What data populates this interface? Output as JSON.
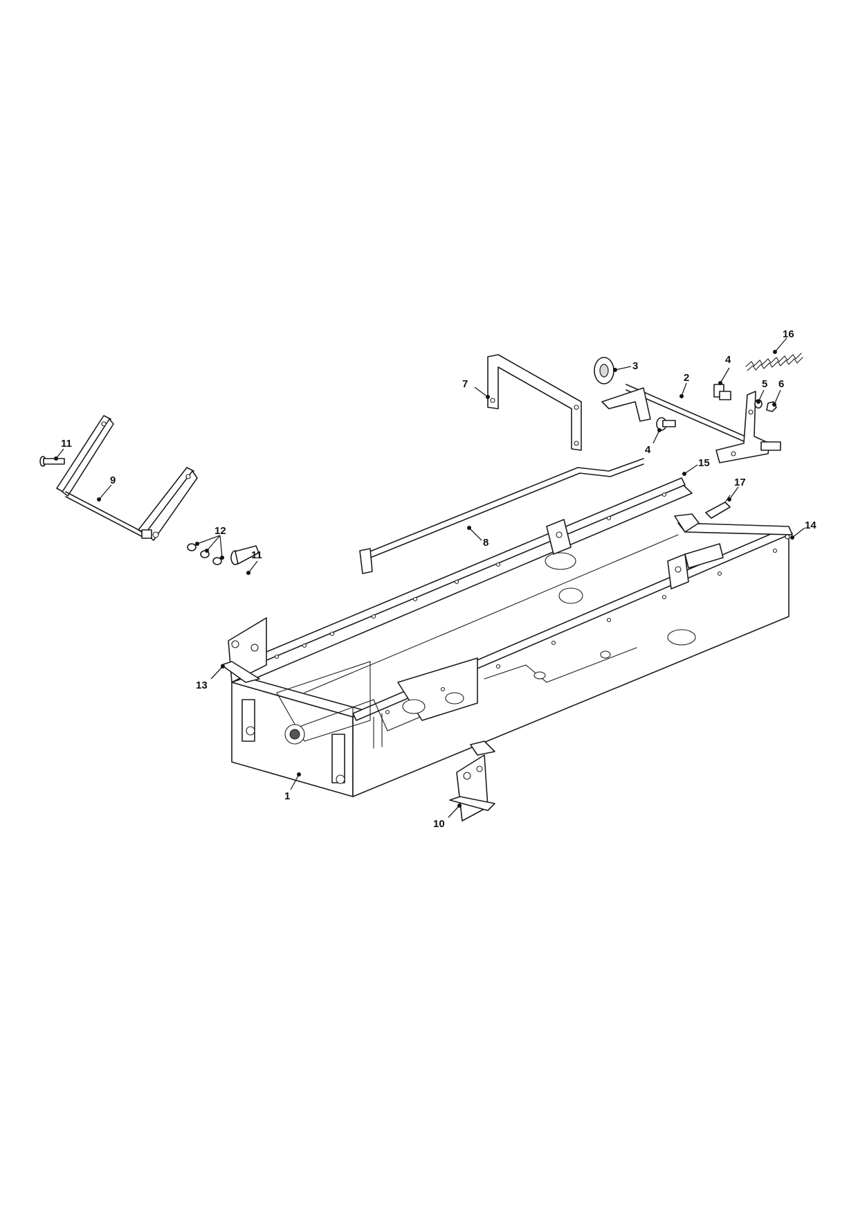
{
  "callouts": [
    {
      "id": "1",
      "label": "1"
    },
    {
      "id": "2",
      "label": "2"
    },
    {
      "id": "3",
      "label": "3"
    },
    {
      "id": "4a",
      "label": "4"
    },
    {
      "id": "4b",
      "label": "4"
    },
    {
      "id": "5",
      "label": "5"
    },
    {
      "id": "6",
      "label": "6"
    },
    {
      "id": "7",
      "label": "7"
    },
    {
      "id": "8",
      "label": "8"
    },
    {
      "id": "9",
      "label": "9"
    },
    {
      "id": "10",
      "label": "10"
    },
    {
      "id": "11a",
      "label": "11"
    },
    {
      "id": "11b",
      "label": "11"
    },
    {
      "id": "12",
      "label": "12"
    },
    {
      "id": "13",
      "label": "13"
    },
    {
      "id": "14",
      "label": "14"
    },
    {
      "id": "15",
      "label": "15"
    },
    {
      "id": "16",
      "label": "16"
    },
    {
      "id": "17",
      "label": "17"
    }
  ]
}
